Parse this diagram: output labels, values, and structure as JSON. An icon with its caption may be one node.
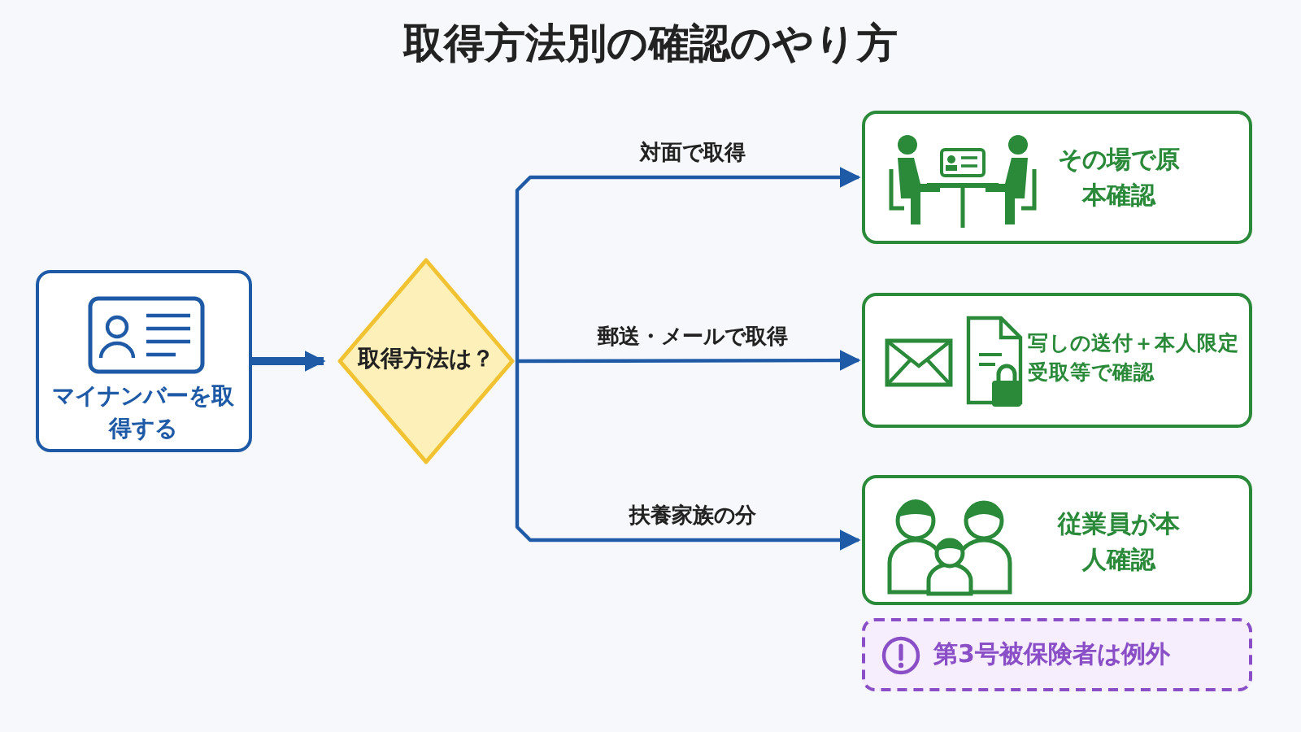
{
  "diagram": {
    "title": "取得方法別の確認のやり方",
    "nodes": [
      {
        "text": [
          "マイナンバーを取得する"
        ]
      },
      {
        "text": [
          "取得方法は？"
        ]
      },
      {
        "text": [
          "その場で原本確認"
        ]
      },
      {
        "text": [
          "写しの送付＋本人限定受取等で確認"
        ]
      },
      {
        "text": [
          "従業員が本人確認"
        ]
      },
      {
        "text": [
          "第3号被保険者は例外"
        ]
      }
    ],
    "edges": [
      {
        "from": 0,
        "to": 1,
        "arrow": "to",
        "style": "thick"
      },
      {
        "from": 1,
        "to": 2,
        "arrow": "to",
        "label": "対面で取得"
      },
      {
        "from": 1,
        "to": 3,
        "arrow": "to",
        "label": "郵送・メールで取得"
      },
      {
        "from": 1,
        "to": 4,
        "arrow": "to",
        "label": "扶養家族の分"
      }
    ]
  }
}
